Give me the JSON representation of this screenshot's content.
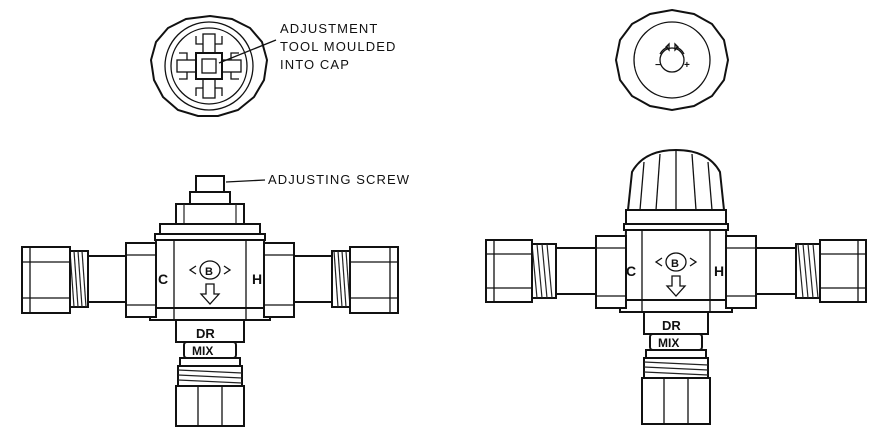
{
  "callouts": {
    "adjustment_tool_line1": "ADJUSTMENT",
    "adjustment_tool_line2": "TOOL MOULDED",
    "adjustment_tool_line3": "INTO CAP",
    "adjusting_screw": "ADJUSTING SCREW"
  },
  "valve_markings": {
    "cold": "C",
    "hot": "H",
    "model_top": "DR",
    "model_bottom": "MIX",
    "cap_minus": "−",
    "cap_plus": "+"
  },
  "icons": {
    "flow_arrow": "down-arrow-icon",
    "brand_logo": "logo-icon"
  }
}
